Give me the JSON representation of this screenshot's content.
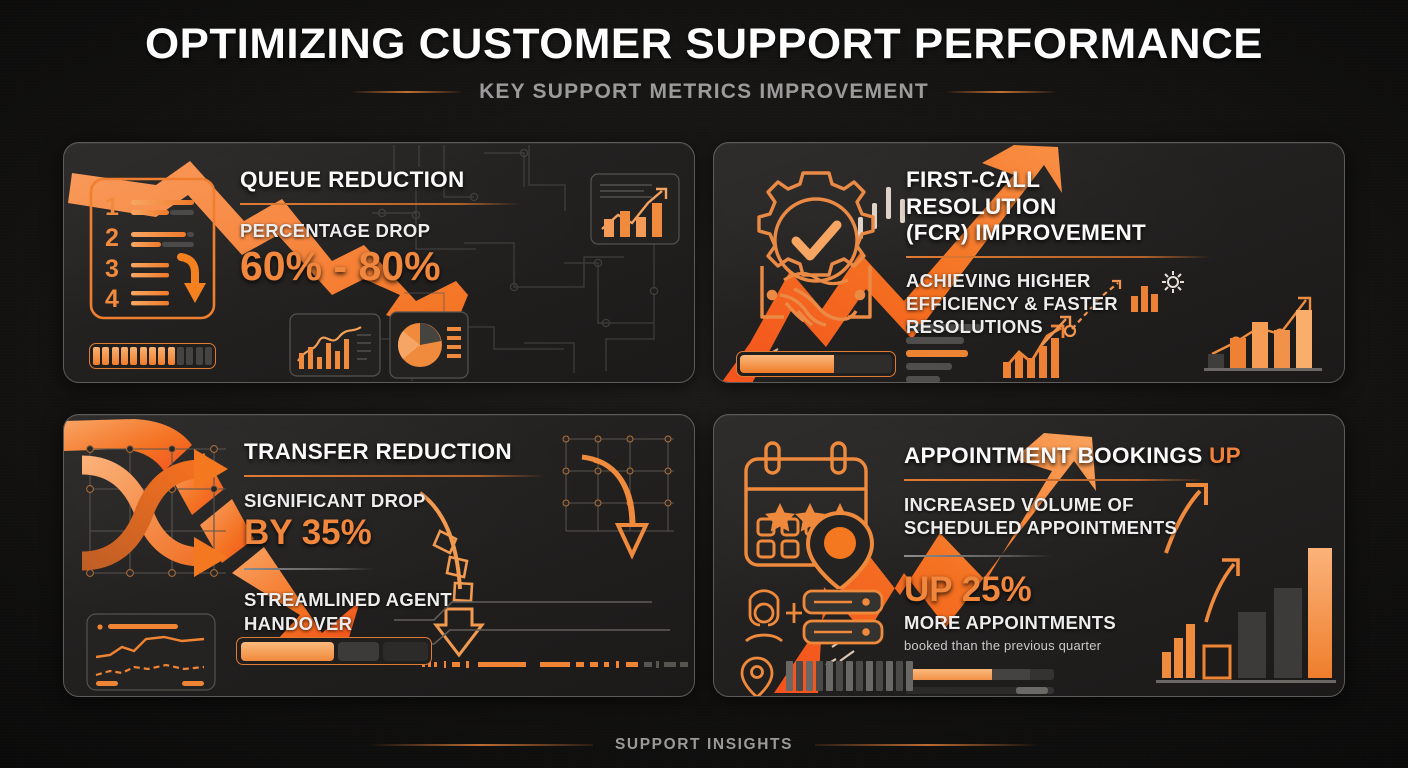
{
  "header": {
    "title": "OPTIMIZING CUSTOMER SUPPORT PERFORMANCE",
    "subtitle": "KEY SUPPORT METRICS IMPROVEMENT"
  },
  "footer": {
    "label": "SUPPORT INSIGHTS"
  },
  "theme": {
    "accent": "#f0873c",
    "accent_deep": "#f4511e",
    "accent_rule": "#e07b33",
    "text_primary": "#fafafa",
    "text_muted": "#9b9b9b",
    "card_bg": "#262423",
    "card_border": "#5e5c5b",
    "page_bg": "#131211"
  },
  "cards": [
    {
      "id": "queue-reduction",
      "title": "QUEUE REDUCTION",
      "subtitle": "PERCENTAGE DROP",
      "metric": "60% - 80%",
      "icons": [
        "numbered-list-icon",
        "down-arrow-icon",
        "segmented-progress-icon",
        "circuit-trace-icon",
        "bar-chart-icon",
        "pie-chart-icon",
        "line-chart-icon",
        "descending-arrow-icon"
      ],
      "progress_pct": 62,
      "list_numbers": [
        "1",
        "2",
        "3",
        "4"
      ]
    },
    {
      "id": "first-call-resolution",
      "title_line1": "FIRST-CALL RESOLUTION",
      "title_line2": "(FCR) IMPROVEMENT",
      "body_line1": "ACHIEVING HIGHER",
      "body_line2": "EFFICIENCY & FASTER",
      "body_line3": "RESOLUTIONS",
      "icons": [
        "gear-check-handshake-icon",
        "progress-bar-icon",
        "bar-chart-icon",
        "gear-icon",
        "rising-arrow-icon",
        "trend-line-icon"
      ],
      "progress_pct": 62
    },
    {
      "id": "transfer-reduction",
      "title": "TRANSFER REDUCTION",
      "subtitle": "SIGNIFICANT DROP",
      "metric": "BY 35%",
      "note_line1": "STREAMLINED AGENT",
      "note_line2": "HANDOVER",
      "icons": [
        "shuffle-arrows-icon",
        "grid-dots-icon",
        "line-chart-widget-icon",
        "dashed-down-arrow-icon",
        "curved-down-arrow-icon",
        "progress-bar-icon"
      ],
      "progress_pct": 52
    },
    {
      "id": "appointment-bookings",
      "title": "APPOINTMENT BOOKINGS",
      "title_highlight": "UP",
      "body_line1": "INCREASED VOLUME OF",
      "body_line2": "SCHEDULED APPOINTMENTS",
      "metric": "UP 25%",
      "metric_sub": "MORE APPOINTMENTS",
      "metric_note": "booked than the previous quarter",
      "icons": [
        "calendar-stars-icon",
        "location-pin-icon",
        "agent-server-icon",
        "bar-ticks-icon",
        "rising-arrow-icon",
        "bar-chart-icon",
        "progress-bar-icon"
      ],
      "progress_pct": 58,
      "stars": 3
    }
  ]
}
